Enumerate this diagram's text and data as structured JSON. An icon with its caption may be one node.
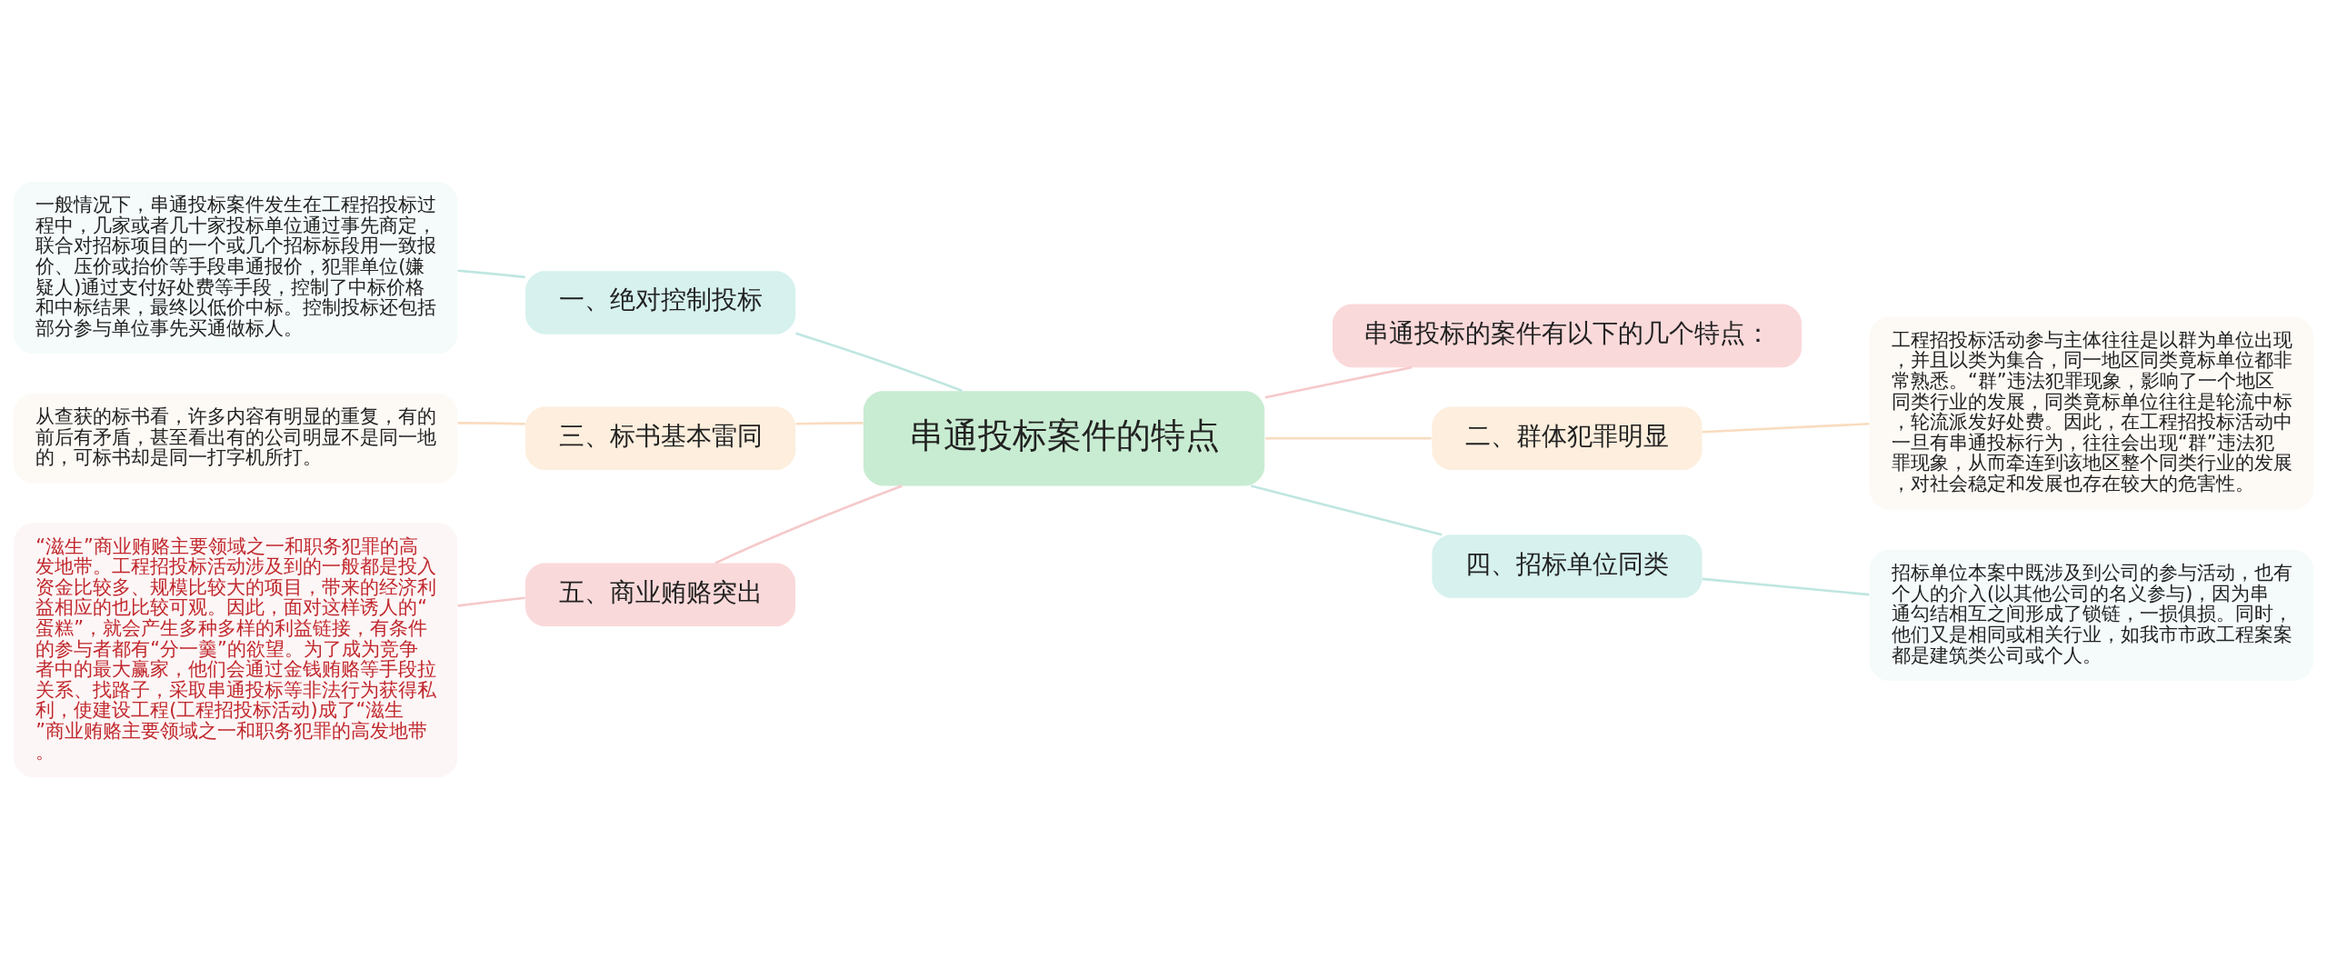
{
  "diagram": {
    "nodes": [
      {
        "text": [
          "串通投标案件的特点"
        ]
      },
      {
        "text": [
          "串通投标的案件有以下的几个特点："
        ]
      },
      {
        "text": [
          "二、群体犯罪明显"
        ]
      },
      {
        "text": [
          "工程招投标活动参与主体往往是以群为单位出现，并且以类为集合，同一地区同类竟标单位都非常熟悉。“群”违法犯罪现象，影响了一个地区同类行业的发展，同类竟标单位往往是轮流中标，轮流派发好处费。因此，在工程招投标活动中一旦有串通投标行为，往往会出现“群”违法犯罪现象，从而牵连到该地区整个同类行业的发展，对社会稳定和发展也存在较大的危害性。"
        ]
      },
      {
        "text": [
          "四、招标单位同类"
        ]
      },
      {
        "text": [
          "招标单位本案中既涉及到公司的参与活动，也有个人的介入(以其他公司的名义参与)，因为串通勾结相互之间形成了锁链，一损俱损。同时，他们又是相同或相关行业，如我市市政工程案案都是建筑类公司或个人。"
        ]
      },
      {
        "text": [
          "一、绝对控制投标"
        ]
      },
      {
        "text": [
          "一般情况下，串通投标案件发生在工程招投标过程中，几家或者几十家投标单位通过事先商定，联合对招标项目的一个或几个招标标段用一致报价、压价或抬价等手段串通报价，犯罪单位(嫌疑人)通过支付好处费等手段，控制了中标价格和中标结果，最终以低价中标。控制投标还包括部分参与单位事先买通做标人。"
        ]
      },
      {
        "text": [
          "三、标书基本雷同"
        ]
      },
      {
        "text": [
          "从查获的标书看，许多内容有明显的重复，有的前后有矛盾，甚至看出有的公司明显不是同一地的，可标书却是同一打字机所打。"
        ]
      },
      {
        "text": [
          "五、商业贿赂突出"
        ]
      },
      {
        "text": [
          "“滋生”商业贿赂主要领域之一和职务犯罪的高发地带。工程招投标活动涉及到的一般都是投入资金比较多、规模比较大的项目，带来的经济利益相应的也比较可观。因此，面对这样诱人的“蛋糕”，就会产生多种多样的利益链接，有条件的参与者都有“分一羹”的欲望。为了成为竞争者中的最大赢家，他们会通过金钱贿赂等手段拉关系、找路子，采取串通投标等非法行为获得私利，使建设工程(工程招投标活动)成了“滋生”商业贿赂主要领域之一和职务犯罪的高发地带。"
        ]
      }
    ],
    "edges": [
      {
        "from": 0,
        "to": 1,
        "arrow": "none"
      },
      {
        "from": 0,
        "to": 2,
        "arrow": "none"
      },
      {
        "from": 2,
        "to": 3,
        "arrow": "none"
      },
      {
        "from": 0,
        "to": 4,
        "arrow": "none"
      },
      {
        "from": 4,
        "to": 5,
        "arrow": "none"
      },
      {
        "from": 0,
        "to": 6,
        "arrow": "none"
      },
      {
        "from": 6,
        "to": 7,
        "arrow": "none"
      },
      {
        "from": 0,
        "to": 8,
        "arrow": "none"
      },
      {
        "from": 8,
        "to": 9,
        "arrow": "none"
      },
      {
        "from": 0,
        "to": 10,
        "arrow": "none"
      },
      {
        "from": 10,
        "to": 11,
        "arrow": "none"
      }
    ]
  }
}
